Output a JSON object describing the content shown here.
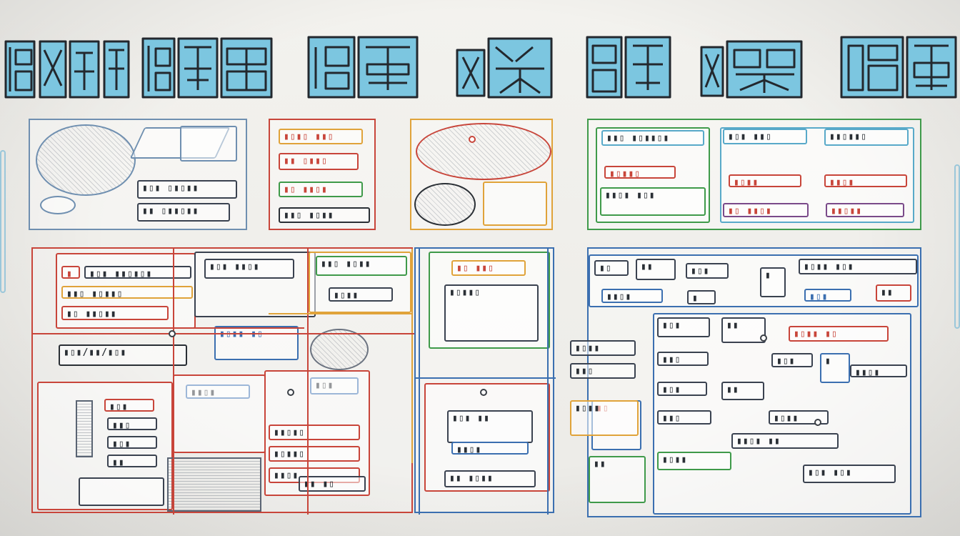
{
  "title": {
    "words": [
      "",
      "",
      "",
      "",
      "",
      ""
    ]
  },
  "colors": {
    "title_fill": "#7cc6e0",
    "title_outline": "#2a2f35",
    "red": "#c8453a",
    "blue": "#3b6fb0",
    "green": "#3f9a4a",
    "orange": "#e0a33a",
    "gray": "#5a6473",
    "teal": "#58a9c9"
  },
  "panels": [
    {
      "id": "panel-top-1",
      "color": "blue"
    },
    {
      "id": "panel-top-2",
      "color": "red"
    },
    {
      "id": "panel-top-3",
      "color": "orange"
    },
    {
      "id": "panel-top-4",
      "color": "green"
    },
    {
      "id": "panel-bottom-left",
      "color": "red"
    },
    {
      "id": "panel-bottom-middle",
      "color": "blue"
    },
    {
      "id": "panel-bottom-right",
      "color": "blue"
    }
  ]
}
